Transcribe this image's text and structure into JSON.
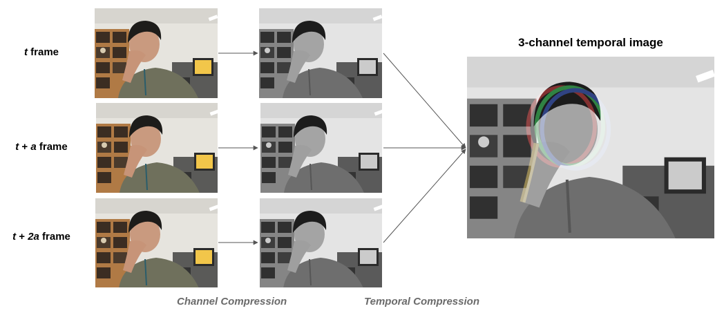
{
  "rows": [
    {
      "prefix": "t",
      "op": "",
      "var": "",
      "suffix": " frame"
    },
    {
      "prefix": "t",
      "op": " + ",
      "var": "a",
      "suffix": " frame"
    },
    {
      "prefix": "t",
      "op": " + ",
      "var": "2a",
      "suffix": " frame"
    }
  ],
  "output_title": "3-channel temporal image",
  "captions": {
    "channel": "Channel Compression",
    "temporal": "Temporal Compression"
  },
  "colors": {
    "arrow": "#555555",
    "caption": "#6b6b6b",
    "wall": "#e9e7e1",
    "shelf": "#b07a45",
    "shirt": "#6f705c",
    "skin": "#c99a7f",
    "hair": "#1d1c1a",
    "monitor": "#f2c64a"
  }
}
